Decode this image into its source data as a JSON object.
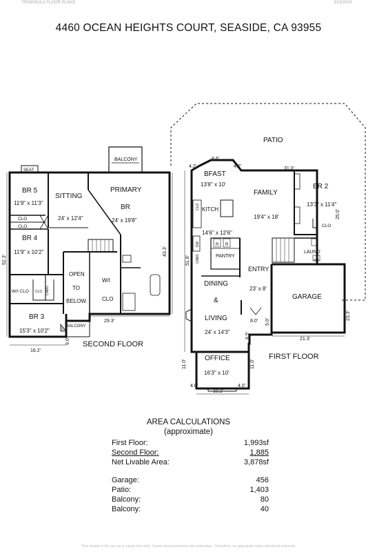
{
  "header": {
    "company": "PENINSULA FLOOR PLANS",
    "date": "3/15/2026"
  },
  "address": "4460 OCEAN HEIGHTS COURT, SEASIDE, CA  93955",
  "second_floor": {
    "title": "SECOND FLOOR",
    "rooms": {
      "seat": "SEAT",
      "br5": "BR 5",
      "br5_dim": "11'9\" x 11'3\"",
      "sitting": "SITTING",
      "sitting_dim": "24' x 12'4\"",
      "primary": "PRIMARY",
      "primary_br": "BR",
      "primary_dim": "24' x 19'8\"",
      "balcony_top": "BALCONY",
      "clo1": "CLO",
      "clo2": "CLO",
      "br4": "BR 4",
      "br4_dim": "11'9\" x 10'2\"",
      "open": "OPEN",
      "to": "TO",
      "below": "BELOW",
      "wi": "W/I",
      "wi_clo": "CLO",
      "wi_clo_small": "W/I CLO",
      "clo_small": "CLO",
      "cabs": "CABS",
      "br3": "BR 3",
      "br3_dim": "15'3\" x 10'2\"",
      "balcony_bottom": "BALCONY"
    },
    "dims": {
      "d523": "52.3'",
      "d433": "43.3'",
      "d293": "29.3'",
      "d162": "16.2'",
      "d90": "9.0'"
    }
  },
  "first_floor": {
    "title": "FIRST FLOOR",
    "rooms": {
      "patio": "PATIO",
      "bfast": "BFAST",
      "bfast_dim": "13'8\" x 10'",
      "family": "FAMILY",
      "family_dim": "19'4\" x 18'",
      "br2": "BR 2",
      "br2_dim": "13'3\" x 11'4\"",
      "kitch": "KITCH",
      "kitch_dim": "14'6\" x 12'6\"",
      "clo_br2": "CLO",
      "clo_v": "CLO",
      "cabs_v": "CABS",
      "dw": "DW",
      "pantry": "PANTRY",
      "entry": "ENTRY",
      "entry_dim": "23' x 8'",
      "laund": "LAUND",
      "wh": "WH",
      "dining": "DINING",
      "amp": "&",
      "living": "LIVING",
      "living_dim": "24' x 14'3\"",
      "garage": "GARAGE",
      "office": "OFFICE",
      "office_dim": "16'3\" x 10'",
      "ref": "R"
    },
    "dims": {
      "d42a": "4.2'",
      "d86": "8.6'",
      "d42b": "4.2'",
      "d310": "31.0'",
      "d250": "25.0'",
      "d518": "51.8'",
      "d233": "23.3'",
      "d80": "8.0'",
      "d50": "5.0'",
      "d213": "21.3'",
      "d85": "8.5'",
      "d110a": "11.0'",
      "d110b": "11.0'",
      "d40a": "4.0'",
      "d102": "10.2'",
      "d40b": "4.0'"
    }
  },
  "area": {
    "title": "AREA CALCULATIONS",
    "subtitle": "(approximate)",
    "rows": [
      {
        "label": "First  Floor:",
        "value": "1,993sf"
      },
      {
        "label": "Second Floor:",
        "value": "1,885"
      },
      {
        "label": "Net Livable Area:",
        "value": "3,878sf"
      },
      {
        "label": "Garage:",
        "value": "456"
      },
      {
        "label": "Patio:",
        "value": "1,403"
      },
      {
        "label": "Balcony:",
        "value": "80"
      },
      {
        "label": "Balcony:",
        "value": "40"
      }
    ]
  },
  "footer": "This model is for use as a visual tool only. Some measurements are estimates. Therefore, no appraisal value should be inferred."
}
